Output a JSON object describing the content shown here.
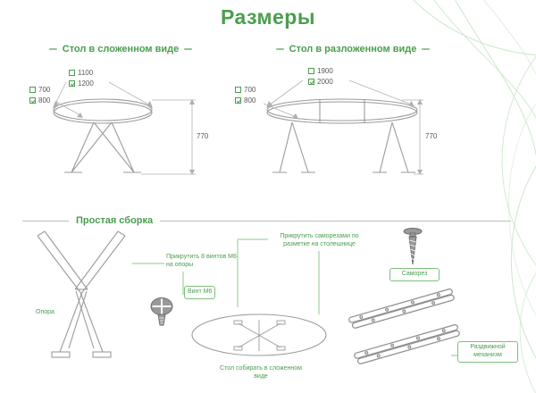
{
  "page": {
    "title": "Размеры"
  },
  "folded": {
    "title": "Стол в сложенном виде",
    "length_options": [
      {
        "value": "1100",
        "checked": false
      },
      {
        "value": "1200",
        "checked": true
      }
    ],
    "depth_options": [
      {
        "value": "700",
        "checked": false
      },
      {
        "value": "800",
        "checked": true
      }
    ],
    "height": "770"
  },
  "unfolded": {
    "title": "Стол в разложенном виде",
    "length_options": [
      {
        "value": "1900",
        "checked": false
      },
      {
        "value": "2000",
        "checked": true
      }
    ],
    "depth_options": [
      {
        "value": "700",
        "checked": false
      },
      {
        "value": "800",
        "checked": true
      }
    ],
    "height": "770"
  },
  "assembly": {
    "title": "Простая сборка",
    "support_label": "Опора",
    "bolt_instruction": "Прикрутить 8 винтов М6 на опоры",
    "bolt_label": "Винт М6",
    "screw_instruction": "Прикрутить саморезами по разметке на столешнице",
    "screw_label": "Саморез",
    "note": "Стол собирать в сложенном виде",
    "mechanism_label": "Раздвижной механизм"
  },
  "colors": {
    "accent": "#4a9e4e",
    "line": "#9b9b9b"
  }
}
